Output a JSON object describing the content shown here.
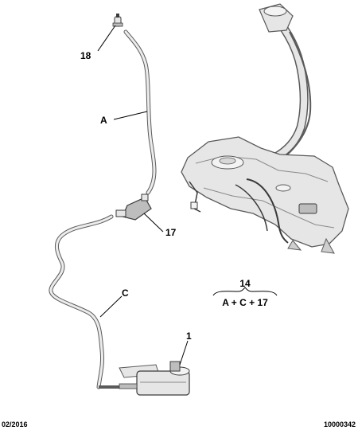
{
  "callouts": {
    "part_18": "18",
    "hose_a": "A",
    "part_17": "17",
    "hose_c": "C",
    "part_1": "1",
    "assembly_14": "14",
    "assembly_formula": "A + C + 17"
  },
  "footer": {
    "date": "02/2016",
    "reference": "10000342"
  },
  "colors": {
    "line": "#000000",
    "part_fill": "#e6e6e6",
    "part_stroke": "#5a5a5a",
    "shadow": "#cfcfcf"
  }
}
